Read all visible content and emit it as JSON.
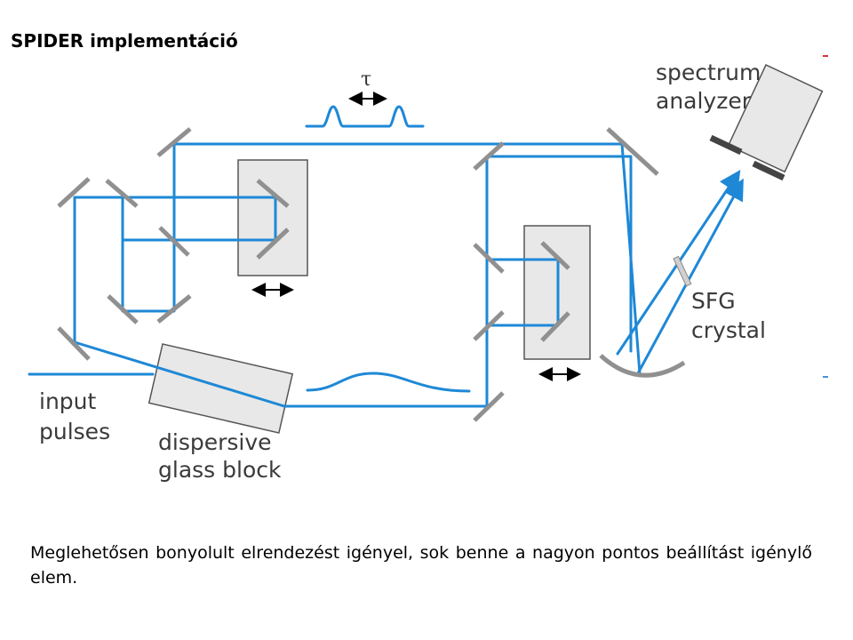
{
  "title": "SPIDER implementáció",
  "diagram": {
    "labels": {
      "tau": "τ",
      "spectrum_analyzer_line1": "spectrum",
      "spectrum_analyzer_line2": "analyzer",
      "sfg_line1": "SFG",
      "sfg_line2": "crystal",
      "input_line1": "input",
      "input_line2": "pulses",
      "glass_line1": "dispersive",
      "glass_line2": "glass block"
    },
    "colors": {
      "beam": "#1e88d6",
      "mirror": "#909090",
      "stage": "#e8e8e8"
    }
  },
  "caption": "Meglehetősen bonyolult elrendezést igényel, sok benne a nagyon pontos beállítást igénylő elem."
}
